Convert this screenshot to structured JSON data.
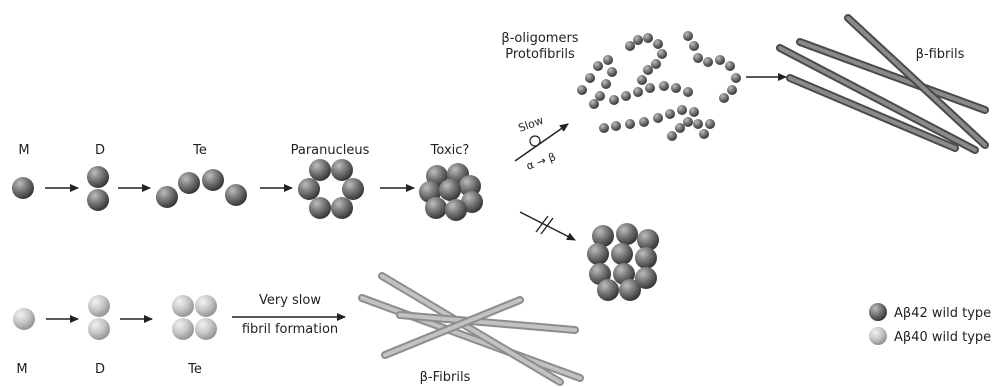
{
  "labels": {
    "m_top": "M",
    "d_top": "D",
    "te_top": "Te",
    "paranucleus": "Paranucleus",
    "toxic": "Toxic?",
    "beta_oligomers": "β-oligomers",
    "protofibrils": "Protofibrils",
    "beta_fibrils_top": "β-fibrils",
    "slow": "Slow",
    "alpha_to_beta": "α → β",
    "very_slow": "Very slow",
    "fibril_formation": "fibril formation",
    "m_bottom": "M",
    "d_bottom": "D",
    "te_bottom": "Te",
    "beta_fibrils_bottom": "β-Fibrils"
  },
  "legend": {
    "items": [
      {
        "label": "Aβ42 wild type",
        "color": "#6e6e6e"
      },
      {
        "label": "Aβ40 wild type",
        "color": "#c4c4c4"
      }
    ]
  },
  "colors": {
    "ab42": "#6e6e6e",
    "ab40": "#c4c4c4",
    "fibril_dark": "#6a6a6a",
    "fibril_light": "#b3b3b3",
    "arrow": "#222222"
  }
}
